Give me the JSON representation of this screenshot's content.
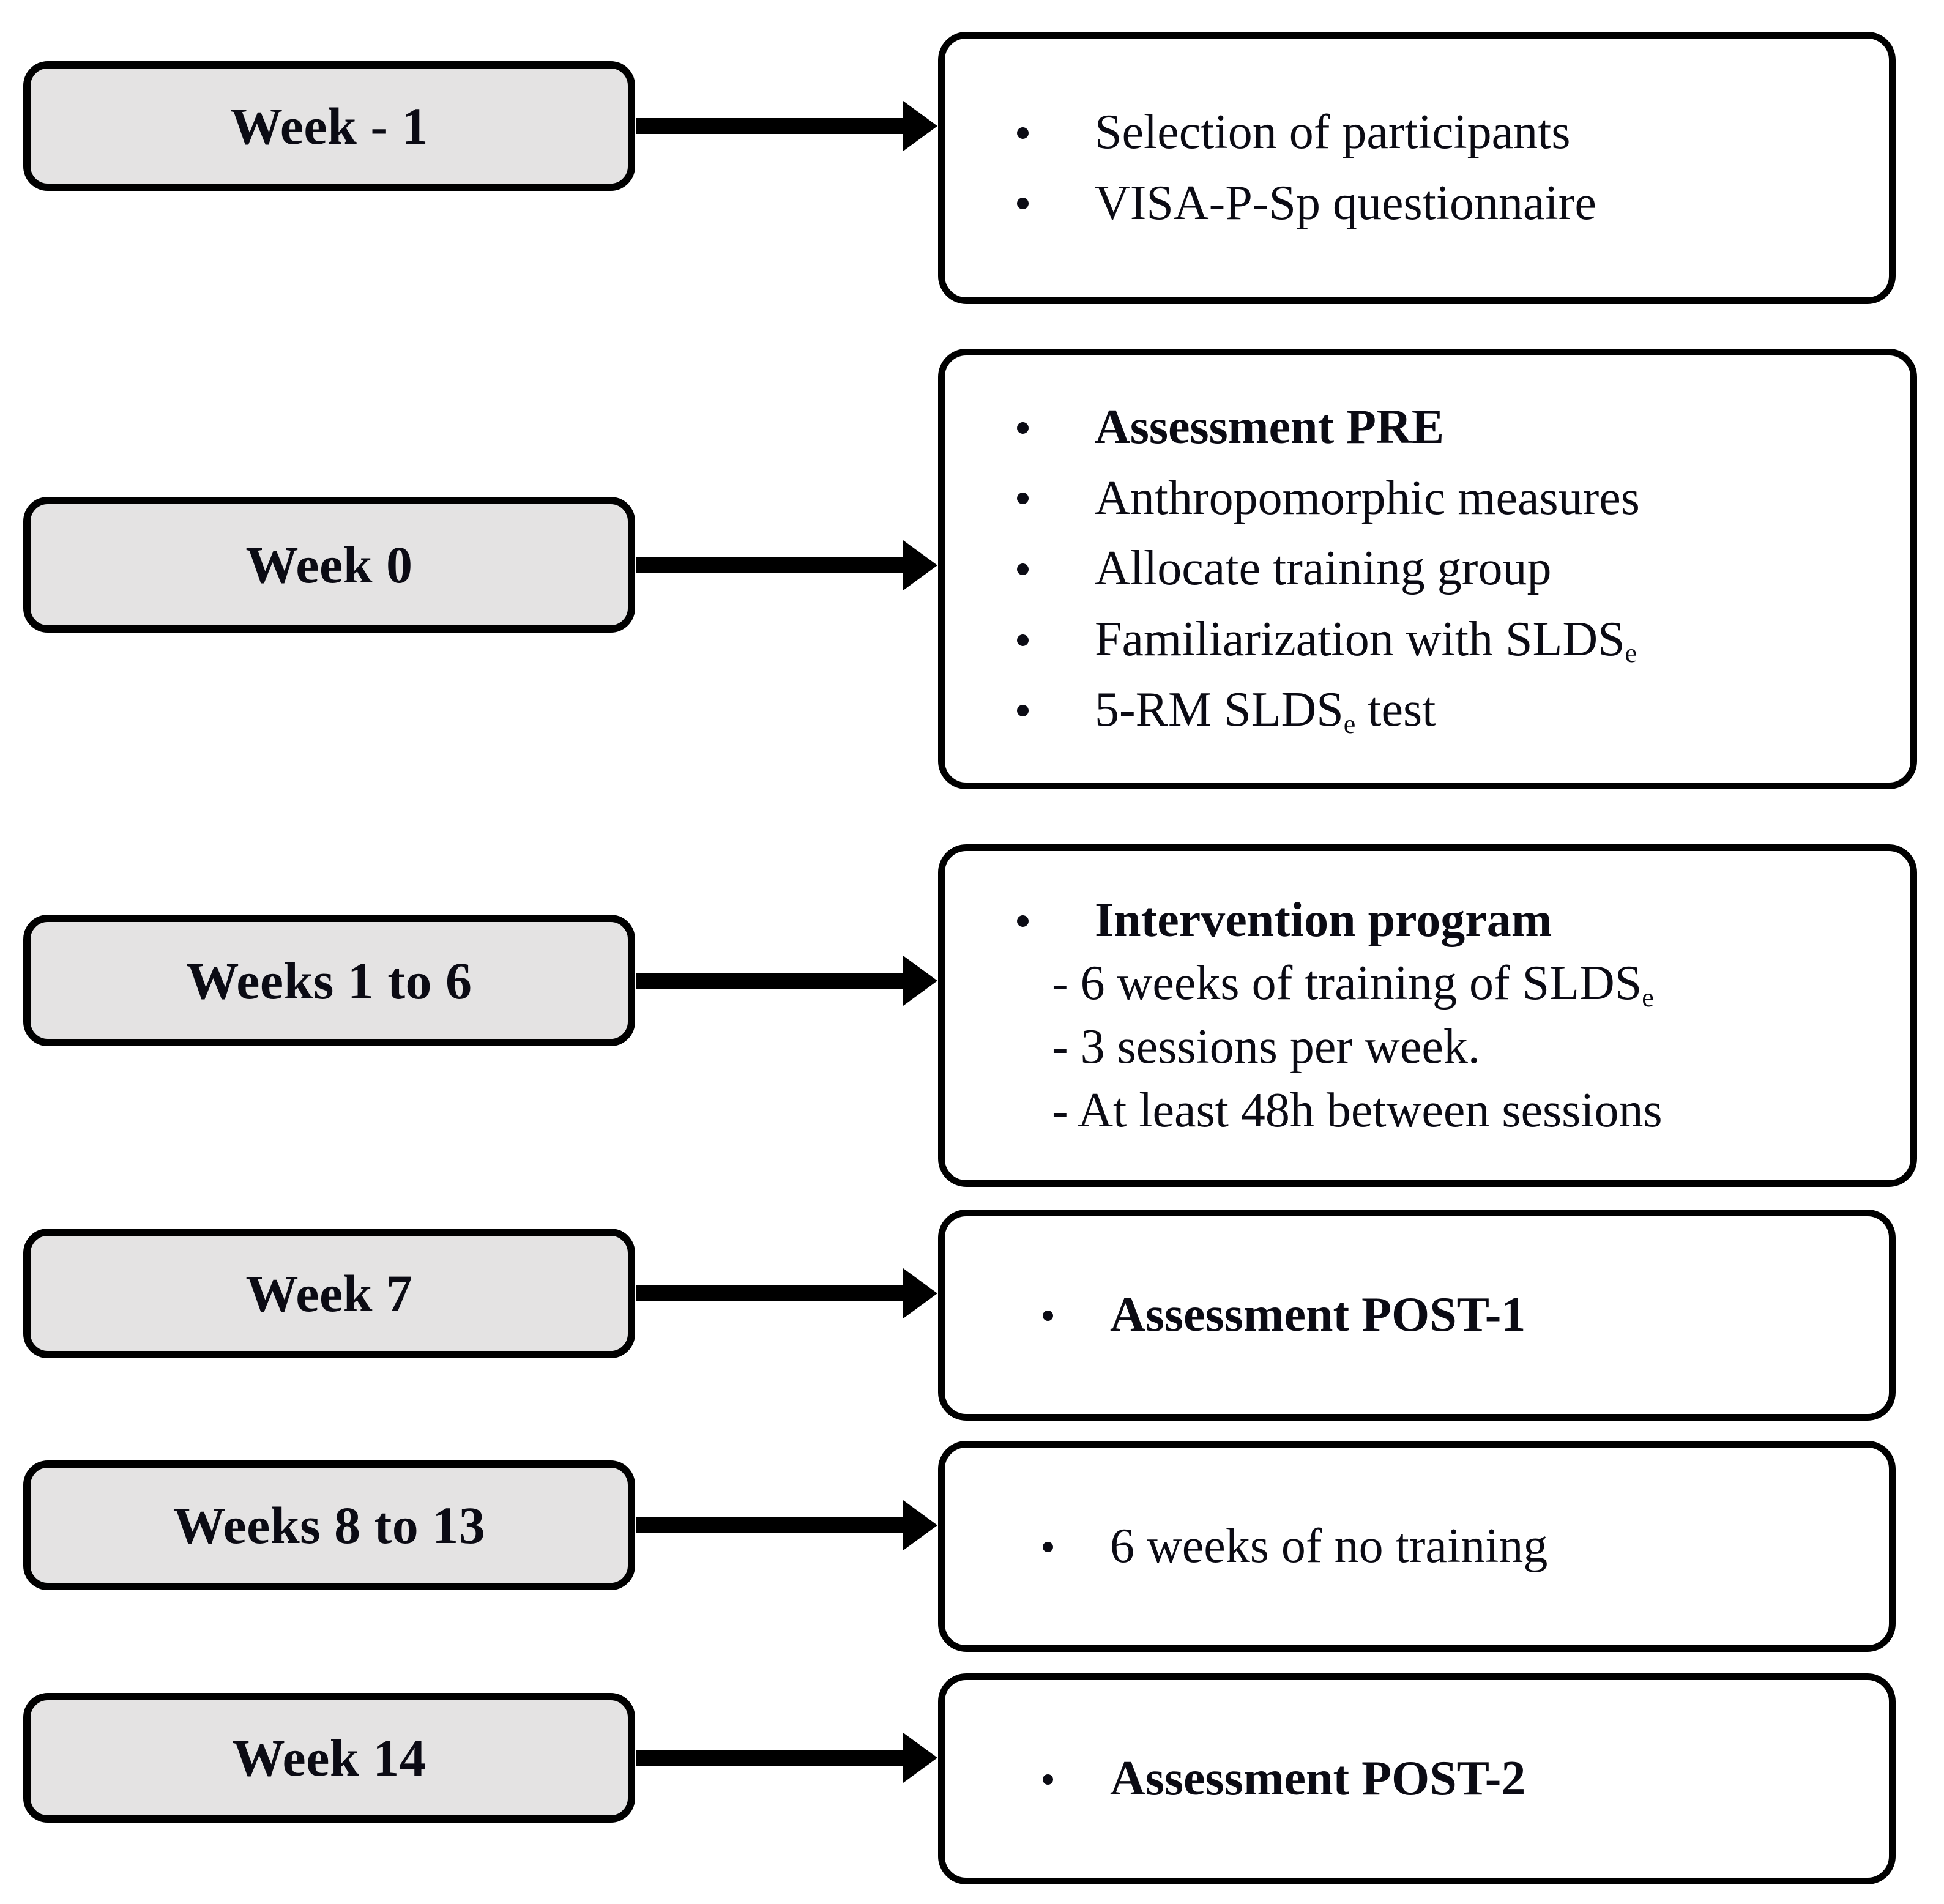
{
  "diagram": {
    "title": "Study timeline flowchart",
    "colors": {
      "week_box_fill": "#E4E3E3",
      "detail_box_fill": "#FFFFFF",
      "border": "#000000",
      "text": "#0B0B14",
      "background": "#FFFFFF"
    },
    "rows": [
      {
        "week_label": "Week - 1",
        "arrow": "right-arrow",
        "items": [
          {
            "text": "Selection of participants",
            "bold": false,
            "style": "bullet"
          },
          {
            "text": "VISA-P-Sp questionnaire",
            "bold": false,
            "style": "bullet"
          }
        ]
      },
      {
        "week_label": "Week 0",
        "arrow": "right-arrow",
        "items": [
          {
            "text": "Assessment PRE",
            "bold": true,
            "style": "bullet"
          },
          {
            "text": "Anthropomorphic measures",
            "bold": false,
            "style": "bullet"
          },
          {
            "text": "Allocate training group",
            "bold": false,
            "style": "bullet"
          },
          {
            "text": "Familiarization with SLDS",
            "subscript": "e",
            "bold": false,
            "style": "bullet"
          },
          {
            "text": "5-RM SLDS",
            "subscript": "e",
            "text_after": " test",
            "bold": false,
            "style": "bullet"
          }
        ]
      },
      {
        "week_label": "Weeks 1 to 6",
        "arrow": "right-arrow",
        "items": [
          {
            "text": "Intervention program",
            "bold": true,
            "style": "bullet"
          },
          {
            "text": "- 6 weeks of training of SLDS",
            "subscript": "e",
            "bold": false,
            "style": "dash"
          },
          {
            "text": "- 3 sessions per week.",
            "bold": false,
            "style": "dash"
          },
          {
            "text": "- At least 48h between sessions",
            "bold": false,
            "style": "dash"
          }
        ]
      },
      {
        "week_label": "Week 7",
        "arrow": "right-arrow",
        "items": [
          {
            "text": "Assessment POST-1",
            "bold": true,
            "style": "bullet-centered"
          }
        ]
      },
      {
        "week_label": "Weeks 8 to 13",
        "arrow": "right-arrow",
        "items": [
          {
            "text": "6 weeks of no training",
            "bold": false,
            "style": "bullet-centered"
          }
        ]
      },
      {
        "week_label": "Week 14",
        "arrow": "right-arrow",
        "items": [
          {
            "text": "Assessment POST-2",
            "bold": true,
            "style": "bullet-centered"
          }
        ]
      }
    ]
  }
}
